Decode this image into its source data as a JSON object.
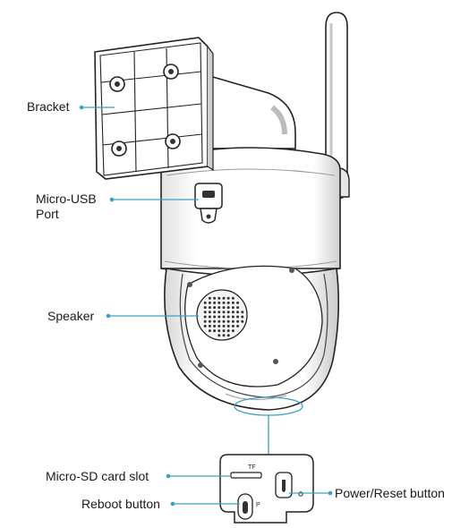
{
  "labels": {
    "bracket": "Bracket",
    "micro_usb_line1": "Micro-USB",
    "micro_usb_line2": "Port",
    "speaker": "Speaker",
    "micro_sd": "Micro-SD card slot",
    "reboot": "Reboot button",
    "power_reset": "Power/Reset button"
  },
  "panel_marks": {
    "tf": "TF",
    "p": "P"
  },
  "colors": {
    "leader": "#3aa0c8",
    "outline": "#222222",
    "shade": "#d8d8d8",
    "dark_shade": "#b8b8b8"
  }
}
